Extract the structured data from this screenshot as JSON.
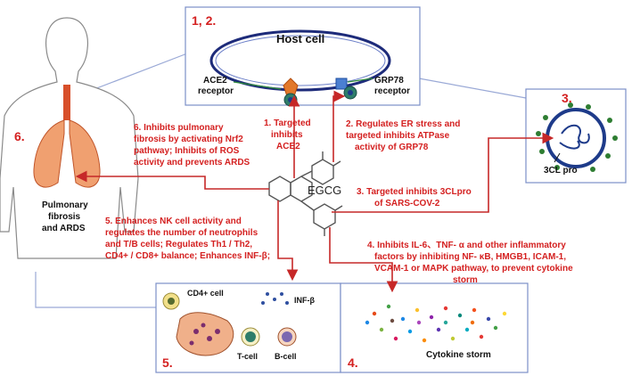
{
  "panels": {
    "p12": {
      "number": "1, 2.",
      "host_cell": "Host cell",
      "ace2": [
        "ACE2",
        "receptor"
      ],
      "grp78": [
        "GRP78",
        "receptor"
      ]
    },
    "p3": {
      "number": "3.",
      "label": "3CL pro"
    },
    "p4": {
      "number": "4.",
      "label": "Cytokine storm"
    },
    "p5": {
      "number": "5.",
      "cd4": "CD4+ cell",
      "inf": "INF-β",
      "tcell": "T-cell",
      "bcell": "B-cell"
    },
    "p6": {
      "number": "6.",
      "label": [
        "Pulmonary",
        "fibrosis",
        "and ARDS"
      ]
    }
  },
  "center": {
    "name": "EGCG"
  },
  "steps": {
    "s1": [
      "1. Targeted",
      "inhibits",
      "ACE2"
    ],
    "s2": [
      "2. Regulates ER stress and",
      "targeted inhibits ATPase",
      "activity of GRP78"
    ],
    "s3": [
      "3. Targeted inhibits 3CLpro",
      "of SARS-COV-2"
    ],
    "s4": [
      "4. Inhibits IL-6、TNF- α and other inflammatory",
      "factors by inhibiting NF- κB, HMGB1, ICAM-1,",
      "VCAM-1 or MAPK pathway, to prevent cytokine",
      "storm"
    ],
    "s5": [
      "5. Enhances NK cell activity and",
      "regulates the number of neutrophils",
      "and T/B cells; Regulates Th1 / Th2,",
      "CD4+ / CD8+ balance; Enhances INF-β;"
    ],
    "s6": [
      "6. Inhibits pulmonary",
      "fibrosis by activating Nrf2",
      "pathway; Inhibits of ROS",
      "activity and prevents ARDS"
    ]
  },
  "colors": {
    "accent": "#d42020",
    "panel_border": "#7b8fc7",
    "arrow": "#c62828"
  }
}
